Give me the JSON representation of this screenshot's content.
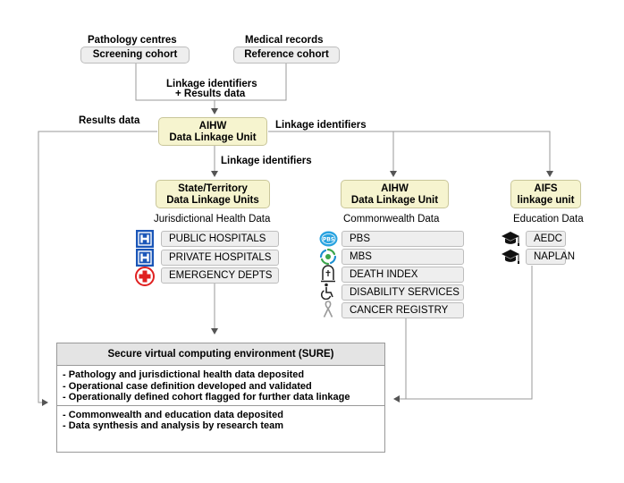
{
  "top": {
    "pathology_label": "Pathology centres",
    "screening_cohort": "Screening cohort",
    "medical_label": "Medical records",
    "reference_cohort": "Reference cohort",
    "linkage_results_line1": "Linkage identifiers",
    "linkage_results_line2": "+ Results data"
  },
  "central": {
    "results_data_label": "Results data",
    "linkage_identifiers_right": "Linkage identifiers",
    "linkage_identifiers_down": "Linkage identifiers",
    "aihw_line1": "AIHW",
    "aihw_line2": "Data Linkage Unit"
  },
  "state": {
    "line1": "State/Territory",
    "line2": "Data Linkage Units",
    "heading": "Jurisdictional Health Data",
    "items": [
      "PUBLIC HOSPITALS",
      "PRIVATE HOSPITALS",
      "EMERGENCY DEPTS"
    ]
  },
  "commonwealth": {
    "line1": "AIHW",
    "line2": "Data Linkage Unit",
    "heading": "Commonwealth Data",
    "items": [
      "PBS",
      "MBS",
      "DEATH INDEX",
      "DISABILITY SERVICES",
      "CANCER REGISTRY"
    ],
    "pbs_badge": "PBS"
  },
  "aifs": {
    "line1": "AIFS",
    "line2": "linkage unit",
    "heading": "Education Data",
    "items": [
      "AEDC",
      "NAPLAN"
    ]
  },
  "sure": {
    "title": "Secure virtual computing environment (SURE)",
    "section1": [
      "- Pathology and jurisdictional health data deposited",
      "- Operational case definition developed and validated",
      "- Operationally defined cohort flagged for further data linkage"
    ],
    "section2": [
      "- Commonwealth and education data deposited",
      "- Data synthesis and analysis by research team"
    ]
  },
  "colors": {
    "yellow_box": "#f6f4cf",
    "grey_box": "#eeeeee",
    "hospital_blue": "#1a56b8",
    "emergency_red": "#e02020",
    "pbs_cyan": "#29a3e0"
  },
  "icons": {
    "public_hospitals": "hospital-h-icon",
    "private_hospitals": "hospital-h-icon",
    "emergency_depts": "red-cross-icon",
    "pbs": "pbs-logo-icon",
    "mbs": "mbs-logo-icon",
    "death_index": "headstone-icon",
    "disability_services": "wheelchair-icon",
    "cancer_registry": "ribbon-icon",
    "aedc": "graduation-cap-icon",
    "naplan": "graduation-cap-icon"
  }
}
